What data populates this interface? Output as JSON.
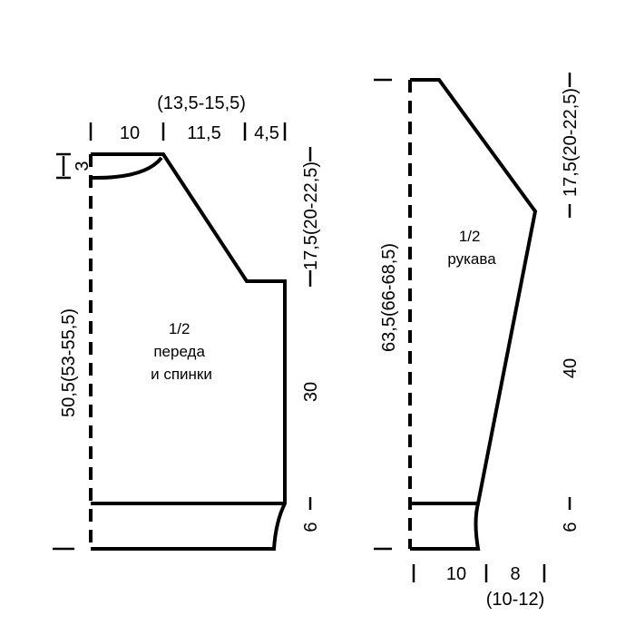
{
  "front_back": {
    "label_line1": "1/2",
    "label_line2": "переда",
    "label_line3": "и спинки",
    "width_total": "(13,5-15,5)",
    "width_neck": "10",
    "width_shoulder": "11,5",
    "width_side": "4,5",
    "height_total": "50,5(53-55,5)",
    "height_neck_drop": "3",
    "height_raglan": "17,5(20-22,5)",
    "height_body": "30",
    "height_rib": "6"
  },
  "sleeve": {
    "label_line1": "1/2",
    "label_line2": "рукава",
    "height_total": "63,5(66-68,5)",
    "height_raglan": "17,5(20-22,5)",
    "height_body": "40",
    "height_rib": "6",
    "width_base": "10",
    "width_extra": "8",
    "width_extra_sizes": "(10-12)"
  }
}
